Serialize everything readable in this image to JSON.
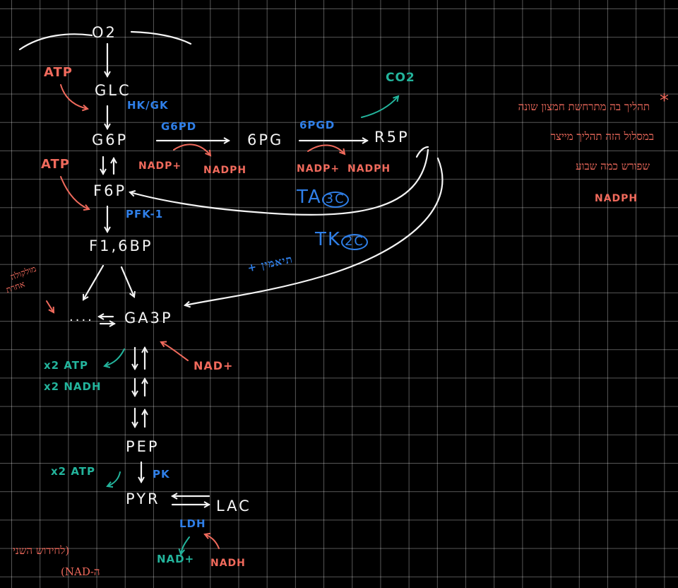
{
  "nodes": {
    "o2": "O2",
    "glc": "GLC",
    "g6p": "G6P",
    "f6p": "F6P",
    "f16bp": "F1,6BP",
    "ga3p": "GA3P",
    "pep": "PEP",
    "pyr": "PYR",
    "lac": "LAC",
    "six_pg": "6PG",
    "r5p": "R5P",
    "co2": "CO2",
    "dots": "...."
  },
  "enzymes": {
    "hk_gk": "HK/GK",
    "g6pd": "G6PD",
    "pgd": "6PGD",
    "pfk1": "PFK-1",
    "pk": "PK",
    "ldh": "LDH",
    "ta": "TA",
    "ta_circle": "3C",
    "tk": "TK",
    "tk_circle": "2C"
  },
  "cofactors": {
    "atp_1": "ATP",
    "atp_2": "ATP",
    "nadp_plus_1": "NADP+",
    "nadph_1": "NADPH",
    "nadp_plus_2": "NADP+",
    "nadph_2": "NADPH",
    "nad_plus": "NAD+",
    "nad_plus_ldh": "NAD+",
    "nadh_ldh": "NADH"
  },
  "yields": {
    "atp_x2": "x2 ATP",
    "nadh_x2": "x2 NADH",
    "pyr_atp_x2": "x2 ATP"
  },
  "hebrew_notes": {
    "tk_note": "תיאמין +",
    "side_note_1": "מולקולה",
    "side_note_2": "אחרת",
    "regen_line_1": "(לחידוש השני",
    "regen_line_2": "ה-NAD)",
    "star": "*",
    "ppp_line_1": "תהליך בה מתרחשת חמצון שונה",
    "ppp_line_2": "במסלול הזה תהליך מייצר",
    "ppp_line_3": "שפורש כמה שבוע",
    "ppp_line_4": "NADPH"
  },
  "colors": {
    "background": "#000000",
    "chalk": "#f4f4f4",
    "enzyme_blue": "#2f7fe8",
    "cofactor_red": "#f06a5c",
    "yield_teal": "#23b49c",
    "grid": "#555555"
  }
}
